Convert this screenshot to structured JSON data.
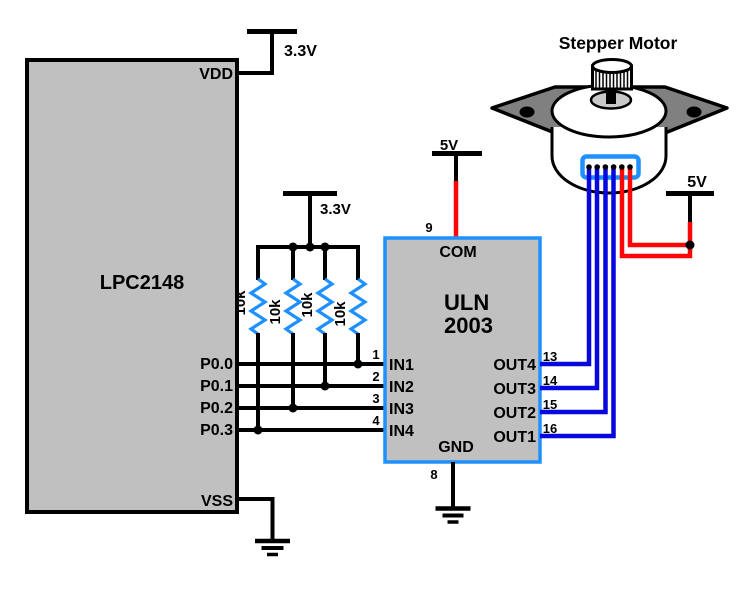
{
  "title": "Stepper Motor",
  "colors": {
    "chip_fill": "#c0c0c0",
    "chip_border_black": "#000000",
    "uln_border_blue": "#1e90ff",
    "resistor_blue": "#1e90ff",
    "connector_blue": "#1e90ff",
    "signal_wire_black": "#000000",
    "output_wire_blue": "#0808dd",
    "power_wire_red": "#fb0505",
    "flange_gray": "#808080",
    "hub_gray": "#c9c9c9"
  },
  "lpc2148": {
    "label": "LPC2148",
    "pins": {
      "vdd": "VDD",
      "p0_0": "P0.0",
      "p0_1": "P0.1",
      "p0_2": "P0.2",
      "p0_3": "P0.3",
      "vss": "VSS"
    }
  },
  "uln2003": {
    "name_line1": "ULN",
    "name_line2": "2003",
    "pins": {
      "com": "COM",
      "gnd": "GND",
      "in1": "IN1",
      "in2": "IN2",
      "in3": "IN3",
      "in4": "IN4",
      "out4": "OUT4",
      "out3": "OUT3",
      "out2": "OUT2",
      "out1": "OUT1"
    },
    "pin_numbers": {
      "com": "9",
      "gnd": "8",
      "in1": "1",
      "in2": "2",
      "in3": "3",
      "in4": "4",
      "out4": "13",
      "out3": "14",
      "out2": "15",
      "out1": "16"
    }
  },
  "supplies": {
    "vdd_rail": "3.3V",
    "pullup_rail": "3.3V",
    "uln_com_rail": "5V",
    "motor_rail": "5V"
  },
  "resistors": {
    "r1": "10k",
    "r2": "10k",
    "r3": "10k",
    "r4": "10k"
  }
}
